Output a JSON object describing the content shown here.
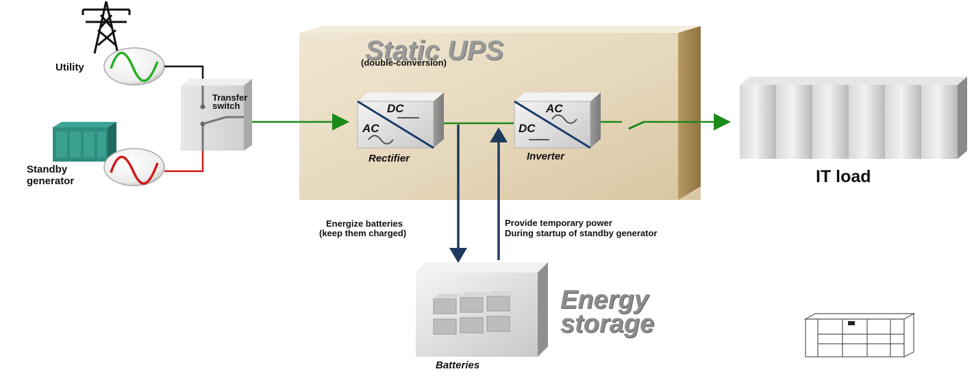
{
  "sources": {
    "utility_label": "Utility",
    "standby_label_line1": "Standby",
    "standby_label_line2": "generator"
  },
  "transfer_switch": {
    "label_line1": "Transfer",
    "label_line2": "switch"
  },
  "ups": {
    "title": "Static UPS",
    "subtitle": "(double-conversion)",
    "rectifier": {
      "label": "Rectifier",
      "top": "DC",
      "bottom": "AC"
    },
    "inverter": {
      "label": "Inverter",
      "top": "AC",
      "bottom": "DC"
    }
  },
  "load": {
    "label": "IT load"
  },
  "battery_flows": {
    "charge_line1": "Energize batteries",
    "charge_line2": "(keep them charged)",
    "supply_line1": "Provide temporary power",
    "supply_line2": "During startup of standby generator"
  },
  "storage": {
    "title_line1": "Energy",
    "title_line2": "storage",
    "batteries_label": "Batteries"
  },
  "colors": {
    "power_flow": "#1a8a1a",
    "battery_flow": "#1f3a5f",
    "utility_wave": "#22b022",
    "generator_wave": "#d01818",
    "generator_wire": "#d01818",
    "ups_box": "#e8dcc3"
  }
}
